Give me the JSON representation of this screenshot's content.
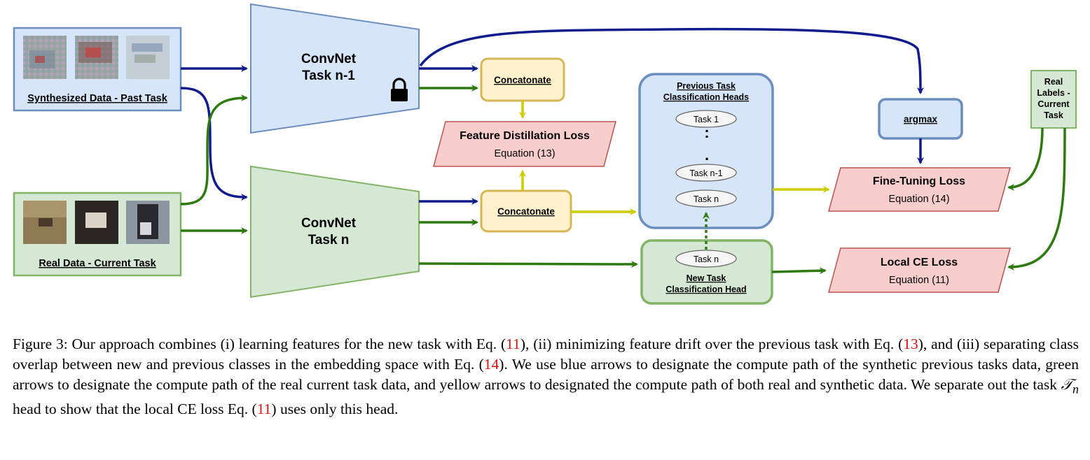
{
  "colors": {
    "blue_arrow": "#101c8c",
    "green_arrow": "#2e7a10",
    "yellow_arrow": "#cccc00",
    "blue_fill": "#d6e6f8",
    "blue_stroke": "#6c8ebf",
    "green_fill": "#d5e8d4",
    "green_stroke": "#82b366",
    "yellow_fill": "#fff2cc",
    "yellow_stroke": "#d6b656",
    "red_fill": "#f8cecc",
    "red_stroke": "#b85450",
    "ref_red": "#e01010"
  },
  "inputs": {
    "synth_label": "Synthesized Data - Past Task",
    "real_label": "Real Data - Current Task"
  },
  "convnets": {
    "prev_line1": "ConvNet",
    "prev_line2": "Task n-1",
    "curr_line1": "ConvNet",
    "curr_line2": "Task n",
    "lock_icon": "lock-icon"
  },
  "concat": {
    "top_label": "Concatonate",
    "bottom_label": "Concatonate"
  },
  "losses": {
    "feature_title": "Feature Distillation Loss",
    "feature_eq": "Equation (13)",
    "finetune_title": "Fine-Tuning Loss",
    "finetune_eq": "Equation (14)",
    "localce_title": "Local CE Loss",
    "localce_eq": "Equation (11)"
  },
  "heads": {
    "prev_title_line1": "Previous Task",
    "prev_title_line2": "Classification Heads",
    "task1": "Task 1",
    "ellipsis": ":",
    "dot": ".",
    "task_n_minus_1": "Task n-1",
    "task_n": "Task n",
    "new_task_n": "Task n",
    "new_title_line1": "New Task",
    "new_title_line2": "Classification Head"
  },
  "argmax": {
    "label": "argmax"
  },
  "real_labels": {
    "line1": "Real",
    "line2": "Labels -",
    "line3": "Current",
    "line4": "Task"
  },
  "caption": {
    "p1": "Figure 3: Our approach combines (i) learning features for the new task with Eq. (",
    "r1": "11",
    "p2": "), (ii) minimizing feature drift over the previous task with Eq. (",
    "r2": "13",
    "p3": "), and (iii) separating class overlap between new and previous classes in the embedding space with Eq. (",
    "r3": "14",
    "p4": "). We use blue arrows to designate the compute path of the synthetic previous tasks data, green arrows to designate the compute path of the real current task data, and yellow arrows to designated the compute path of both real and synthetic data. We separate out the task ",
    "math": "𝒯",
    "math_sub": "n",
    "p5": " head to show that the local CE loss Eq. (",
    "r4": "11",
    "p6": ") uses only this head."
  }
}
